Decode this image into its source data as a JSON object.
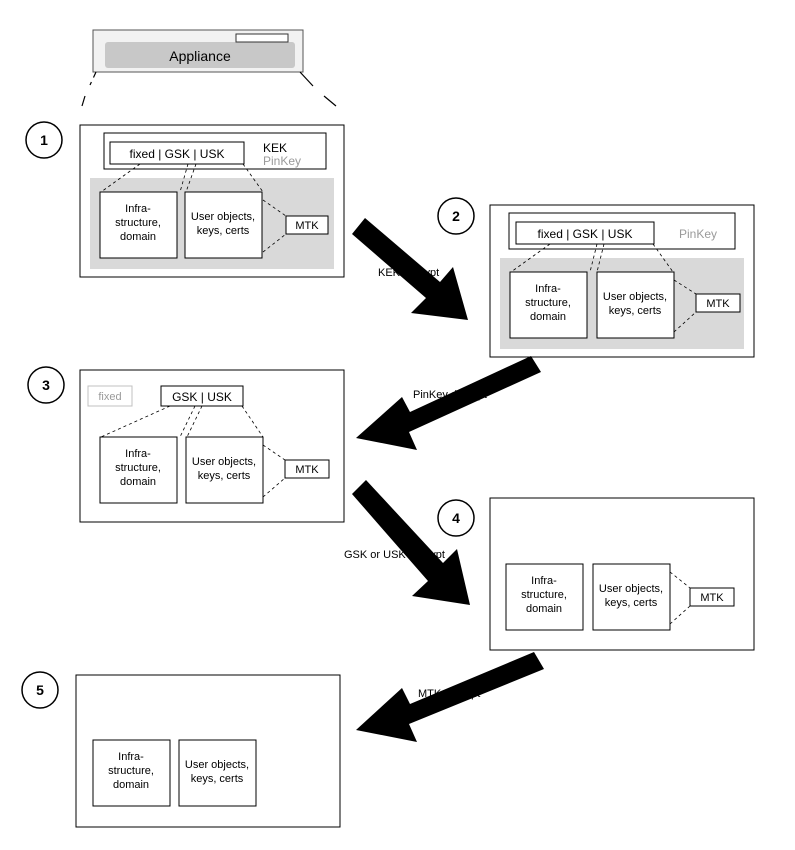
{
  "appliance": {
    "label": "Appliance"
  },
  "steps": {
    "s1": {
      "number": "1",
      "key_bar": "fixed | GSK | USK",
      "kek": "KEK",
      "pinkey": "PinKey",
      "infra": [
        "Infra-",
        "structure,",
        "domain"
      ],
      "user": [
        "User objects,",
        "keys, certs"
      ],
      "mtk": "MTK"
    },
    "s2": {
      "number": "2",
      "key_bar": "fixed | GSK | USK",
      "pinkey": "PinKey",
      "infra": [
        "Infra-",
        "structure,",
        "domain"
      ],
      "user": [
        "User objects,",
        "keys, certs"
      ],
      "mtk": "MTK"
    },
    "s3": {
      "number": "3",
      "fixed": "fixed",
      "key_bar": "GSK | USK",
      "infra": [
        "Infra-",
        "structure,",
        "domain"
      ],
      "user": [
        "User objects,",
        "keys, certs"
      ],
      "mtk": "MTK"
    },
    "s4": {
      "number": "4",
      "infra": [
        "Infra-",
        "structure,",
        "domain"
      ],
      "user": [
        "User objects,",
        "keys, certs"
      ],
      "mtk": "MTK"
    },
    "s5": {
      "number": "5",
      "infra": [
        "Infra-",
        "structure,",
        "domain"
      ],
      "user": [
        "User objects,",
        "keys, certs"
      ]
    }
  },
  "arrows": {
    "a1": "KEK decrypt",
    "a2": "PinKey decrypt",
    "a3": "GSK or USK decrypt",
    "a4": "MTK decrypt"
  },
  "colors": {
    "panel_grey": "#d9d9d9",
    "appliance_grey": "#c8c8c8",
    "faded_text": "#9a9a9a"
  }
}
